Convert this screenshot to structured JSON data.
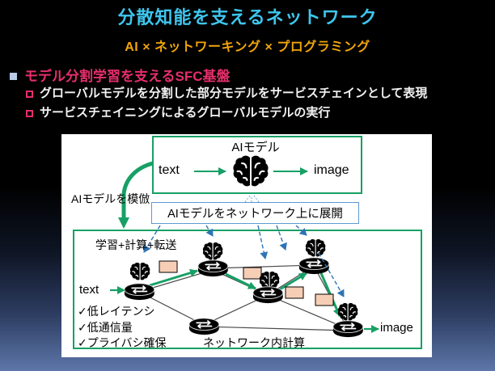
{
  "slide": {
    "title": "分散知能を支えるネットワーク",
    "subtitle": "AI × ネットワーキング × プログラミング"
  },
  "bullets": {
    "level1": "モデル分割学習を支えるSFC基盤",
    "level2": [
      "グローバルモデルを分割した部分モデルをサービスチェインとして表現",
      "サービスチェイニングによるグローバルモデルの実行"
    ]
  },
  "diagram": {
    "ai_model_box": {
      "title": "AIモデル",
      "input": "text",
      "output": "image"
    },
    "mimic_label": "AIモデルを模倣",
    "deploy_box_label": "AIモデルをネットワーク上に展開",
    "network_box": {
      "top_label": "学習+計算+転送",
      "input": "text",
      "output": "image",
      "benefits": [
        "✓低レイテンシ",
        "✓低通信量",
        "✓プライバシ確保"
      ],
      "bottom_label": "ネットワーク内計算"
    },
    "icons": {
      "brain": "brain-icon",
      "router": "router-node-icon",
      "packet": "packet-icon"
    }
  },
  "colors": {
    "title": "#3EC6EF",
    "subtitle": "#F1A50A",
    "bullet_pink": "#E62E6B",
    "bullet_square": "#B9CBE6",
    "green": "#17A065",
    "blue_box_border": "#5B9BD5",
    "dashed_blue": "#2E74B5",
    "packet_fill": "#F6CEB6",
    "background_bottom": "#5D77A9"
  }
}
